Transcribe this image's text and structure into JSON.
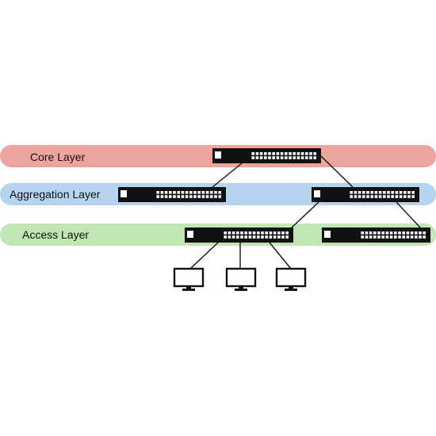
{
  "layers": [
    {
      "id": "core",
      "label": "Core Layer",
      "color": "#eea49e"
    },
    {
      "id": "aggregation",
      "label": "Aggregation Layer",
      "color": "#b5d4f0"
    },
    {
      "id": "access",
      "label": "Access Layer",
      "color": "#bfe6b3"
    }
  ],
  "colors": {
    "switch_body": "#111111",
    "switch_port": "#ffffff",
    "link": "#111111",
    "monitor": "#111111"
  },
  "devices": {
    "switches": [
      {
        "id": "core-switch",
        "layer": "core",
        "icon": "network-switch-icon"
      },
      {
        "id": "aggregation-switch-left",
        "layer": "aggregation",
        "icon": "network-switch-icon"
      },
      {
        "id": "aggregation-switch-right",
        "layer": "aggregation",
        "icon": "network-switch-icon"
      },
      {
        "id": "access-switch-left",
        "layer": "access",
        "icon": "network-switch-icon"
      },
      {
        "id": "access-switch-right",
        "layer": "access",
        "icon": "network-switch-icon"
      }
    ],
    "end_devices": [
      {
        "id": "monitor-1",
        "icon": "monitor-icon"
      },
      {
        "id": "monitor-2",
        "icon": "monitor-icon"
      },
      {
        "id": "monitor-3",
        "icon": "monitor-icon"
      }
    ]
  },
  "links": [
    {
      "from": "core-switch",
      "to": "aggregation-switch-left"
    },
    {
      "from": "core-switch",
      "to": "aggregation-switch-right"
    },
    {
      "from": "aggregation-switch-right",
      "to": "access-switch-left"
    },
    {
      "from": "aggregation-switch-right",
      "to": "access-switch-right"
    },
    {
      "from": "access-switch-left",
      "to": "monitor-1"
    },
    {
      "from": "access-switch-left",
      "to": "monitor-2"
    },
    {
      "from": "access-switch-left",
      "to": "monitor-3"
    }
  ]
}
